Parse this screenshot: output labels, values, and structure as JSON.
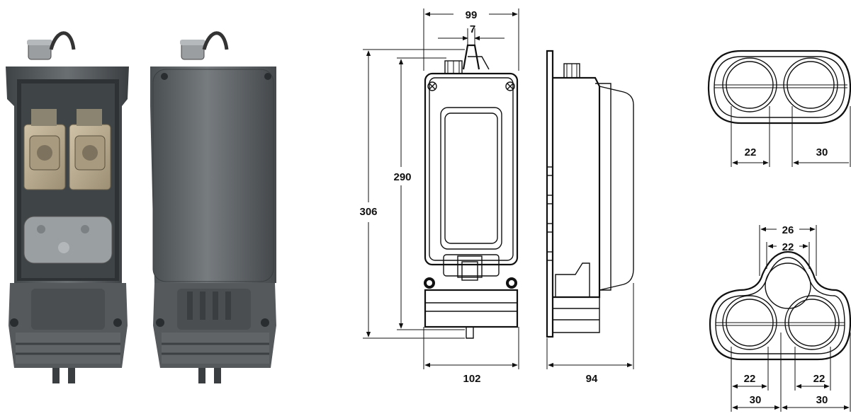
{
  "views": {
    "photo_open_label": "",
    "photo_closed_label": ""
  },
  "front_view": {
    "width_top": "99",
    "hook_width": "7",
    "height_inner": "290",
    "height_total": "306",
    "width_bottom": "102"
  },
  "side_view": {
    "depth": "94"
  },
  "gland_two_hole": {
    "left_dim": "22",
    "right_dim": "30"
  },
  "gland_three_hole": {
    "top_outer": "26",
    "top_inner": "22",
    "bottom_left_inner": "22",
    "bottom_right_inner": "22",
    "bottom_left_outer": "30",
    "bottom_right_outer": "30"
  },
  "colors": {
    "housing": "#5a5f63",
    "housing_dark": "#3a3e41",
    "socket": "#b7a98c",
    "cover_plate": "#8f9496"
  }
}
